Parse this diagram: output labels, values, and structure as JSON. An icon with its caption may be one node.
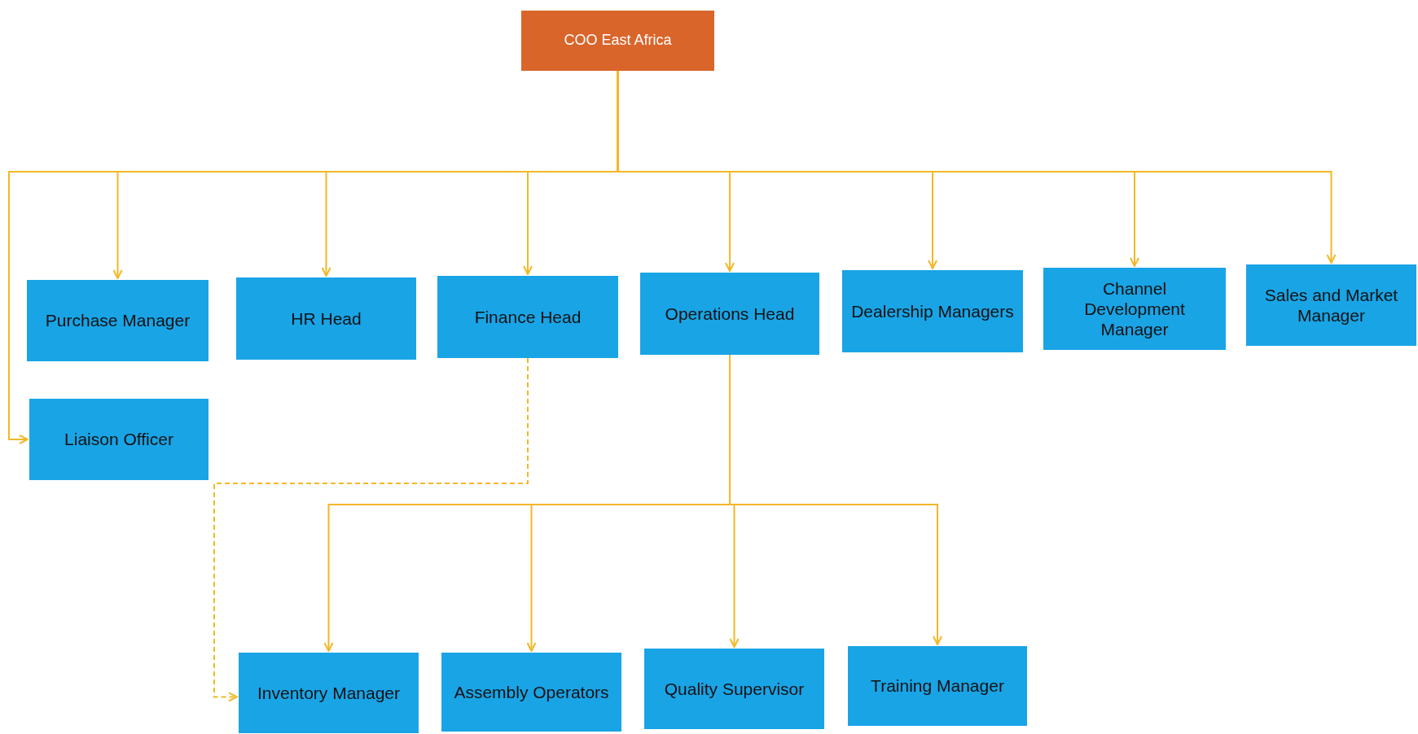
{
  "diagram": {
    "nodes": [
      {
        "text": [
          "COO East Africa"
        ]
      },
      {
        "text": [
          "Purchase Manager"
        ]
      },
      {
        "text": [
          "HR Head"
        ]
      },
      {
        "text": [
          "Finance Head"
        ]
      },
      {
        "text": [
          "Operations Head"
        ]
      },
      {
        "text": [
          "Dealership Managers"
        ]
      },
      {
        "text": [
          "Channel Development Manager"
        ]
      },
      {
        "text": [
          "Sales and Market Manager"
        ]
      },
      {
        "text": [
          "Liaison Officer"
        ]
      },
      {
        "text": [
          "Inventory Manager"
        ]
      },
      {
        "text": [
          "Assembly Operators"
        ]
      },
      {
        "text": [
          "Quality Supervisor"
        ]
      },
      {
        "text": [
          "Training Manager"
        ]
      }
    ],
    "edges": [
      {
        "from": 0,
        "to": 1,
        "arrow": "to"
      },
      {
        "from": 0,
        "to": 2,
        "arrow": "to"
      },
      {
        "from": 0,
        "to": 3,
        "arrow": "to"
      },
      {
        "from": 0,
        "to": 4,
        "arrow": "to"
      },
      {
        "from": 0,
        "to": 5,
        "arrow": "to"
      },
      {
        "from": 0,
        "to": 6,
        "arrow": "to"
      },
      {
        "from": 0,
        "to": 7,
        "arrow": "to"
      },
      {
        "from": 0,
        "to": 8,
        "arrow": "to"
      },
      {
        "from": 3,
        "to": 9,
        "arrow": "to",
        "style": "dashed"
      },
      {
        "from": 4,
        "to": 9,
        "arrow": "to"
      },
      {
        "from": 4,
        "to": 10,
        "arrow": "to"
      },
      {
        "from": 4,
        "to": 11,
        "arrow": "to"
      },
      {
        "from": 4,
        "to": 12,
        "arrow": "to"
      }
    ]
  }
}
